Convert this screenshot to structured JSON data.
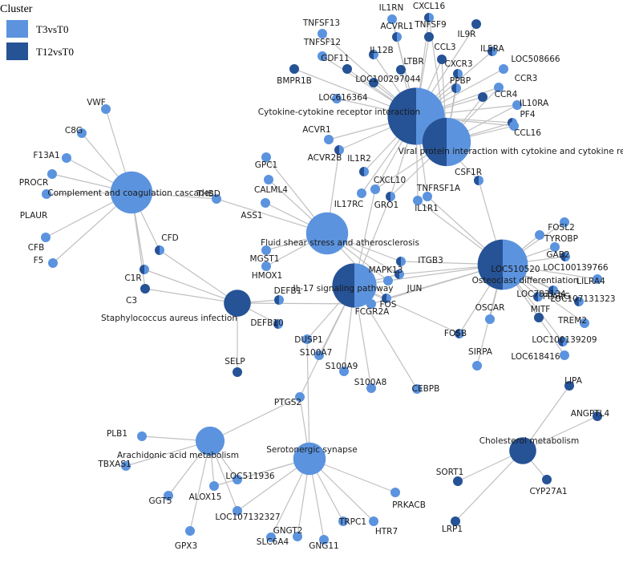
{
  "legend": {
    "title": "Cluster",
    "entries": [
      {
        "label": "T3vsT0",
        "color": "#5b93de"
      },
      {
        "label": "T12vsT0",
        "color": "#265296"
      }
    ]
  },
  "colors": {
    "T3": "#5b93de",
    "T12": "#265296",
    "edge": "#c0c0c0",
    "text": "#1a1a1a"
  },
  "terms": [
    {
      "id": "ckr",
      "label": "Cytokine-cytokine receptor interaction",
      "kind": "both",
      "size": 30
    },
    {
      "id": "vpi",
      "label": "Viral protein interaction with cytokine and cytokine receptor",
      "kind": "both",
      "size": 20
    },
    {
      "id": "ccc",
      "label": "Complement and coagulation cascades",
      "kind": "T3",
      "size": 14
    },
    {
      "id": "fss",
      "label": "Fluid shear stress and atherosclerosis",
      "kind": "T3",
      "size": 14
    },
    {
      "id": "ocd",
      "label": "Osteoclast differentiation",
      "kind": "both",
      "size": 22
    },
    {
      "id": "il17",
      "label": "IL-17 signaling pathway",
      "kind": "both",
      "size": 16
    },
    {
      "id": "sai",
      "label": "Staphylococcus aureus infection",
      "kind": "T12",
      "size": 4
    },
    {
      "id": "aam",
      "label": "Arachidonic acid metabolism",
      "kind": "T3",
      "size": 5
    },
    {
      "id": "ssy",
      "label": "Serotonergic synapse",
      "kind": "T3",
      "size": 7
    },
    {
      "id": "chm",
      "label": "Cholesterol metabolism",
      "kind": "T12",
      "size": 4
    }
  ],
  "genes": [
    {
      "id": "IL1RN",
      "label": "IL1RN",
      "kind": "T3",
      "links": [
        "ckr"
      ]
    },
    {
      "id": "CXCL16",
      "label": "CXCL16",
      "kind": "both",
      "links": [
        "ckr",
        "vpi"
      ]
    },
    {
      "id": "TNFSF13",
      "label": "TNFSF13",
      "kind": "T3",
      "links": [
        "ckr"
      ]
    },
    {
      "id": "ACVRL1",
      "label": "ACVRL1",
      "kind": "both",
      "links": [
        "ckr"
      ]
    },
    {
      "id": "TNFSF9",
      "label": "TNFSF9",
      "kind": "T12",
      "links": [
        "ckr"
      ]
    },
    {
      "id": "IL9R",
      "label": "IL9R",
      "kind": "T12",
      "links": [
        "ckr"
      ]
    },
    {
      "id": "TNFSF12",
      "label": "TNFSF12",
      "kind": "T3",
      "links": [
        "ckr"
      ]
    },
    {
      "id": "IL12B",
      "label": "IL12B",
      "kind": "both",
      "links": [
        "ckr"
      ]
    },
    {
      "id": "CCL3",
      "label": "CCL3",
      "kind": "T12",
      "links": [
        "ckr",
        "vpi"
      ]
    },
    {
      "id": "IL5RA",
      "label": "IL5RA",
      "kind": "both",
      "links": [
        "ckr"
      ]
    },
    {
      "id": "GDF11",
      "label": "GDF11",
      "kind": "T12",
      "links": [
        "ckr"
      ]
    },
    {
      "id": "LTBR",
      "label": "LTBR",
      "kind": "T12",
      "links": [
        "ckr"
      ]
    },
    {
      "id": "CXCR3",
      "label": "CXCR3",
      "kind": "both",
      "links": [
        "ckr",
        "vpi"
      ]
    },
    {
      "id": "LOC508666",
      "label": "LOC508666",
      "kind": "T3",
      "links": [
        "ckr"
      ]
    },
    {
      "id": "BMPR1B",
      "label": "BMPR1B",
      "kind": "T12",
      "links": [
        "ckr"
      ]
    },
    {
      "id": "LOC100297044",
      "label": "LOC100297044",
      "kind": "T12",
      "links": [
        "ckr"
      ]
    },
    {
      "id": "PPBP",
      "label": "PPBP",
      "kind": "both",
      "links": [
        "ckr",
        "vpi"
      ]
    },
    {
      "id": "CCR3",
      "label": "CCR3",
      "kind": "T3",
      "links": [
        "ckr",
        "vpi"
      ]
    },
    {
      "id": "LOC616364",
      "label": "LOC616364",
      "kind": "T3",
      "links": [
        "ckr"
      ]
    },
    {
      "id": "CCR4",
      "label": "CCR4",
      "kind": "T12",
      "links": [
        "ckr",
        "vpi"
      ]
    },
    {
      "id": "PF4",
      "label": "PF4",
      "kind": "both",
      "links": [
        "ckr",
        "vpi"
      ]
    },
    {
      "id": "IL10RA",
      "label": "IL10RA",
      "kind": "T3",
      "links": [
        "ckr",
        "vpi"
      ]
    },
    {
      "id": "CCL16",
      "label": "CCL16",
      "kind": "T3",
      "links": [
        "ckr",
        "vpi"
      ]
    },
    {
      "id": "ACVR1",
      "label": "ACVR1",
      "kind": "T3",
      "links": [
        "ckr"
      ]
    },
    {
      "id": "ACVR2B",
      "label": "ACVR2B",
      "kind": "both",
      "links": [
        "ckr",
        "fss"
      ]
    },
    {
      "id": "IL1R2",
      "label": "IL1R2",
      "kind": "both",
      "links": [
        "ckr"
      ]
    },
    {
      "id": "CSF1R",
      "label": "CSF1R",
      "kind": "both",
      "links": [
        "ckr",
        "ocd"
      ]
    },
    {
      "id": "CXCL10",
      "label": "CXCL10",
      "kind": "T3",
      "links": [
        "ckr",
        "vpi",
        "il17"
      ]
    },
    {
      "id": "TNFRSF1A",
      "label": "TNFRSF1A",
      "kind": "T3",
      "links": [
        "ckr",
        "ocd"
      ]
    },
    {
      "id": "IL17RC",
      "label": "IL17RC",
      "kind": "T3",
      "links": [
        "ckr"
      ]
    },
    {
      "id": "GRO1",
      "label": "GRO1",
      "kind": "both",
      "links": [
        "ckr",
        "vpi",
        "il17"
      ]
    },
    {
      "id": "IL1R1",
      "label": "IL1R1",
      "kind": "T3",
      "links": [
        "ckr",
        "ocd"
      ]
    },
    {
      "id": "VWF",
      "label": "VWF",
      "kind": "T3",
      "links": [
        "ccc"
      ]
    },
    {
      "id": "C8G",
      "label": "C8G",
      "kind": "T3",
      "links": [
        "ccc"
      ]
    },
    {
      "id": "F13A1",
      "label": "F13A1",
      "kind": "T3",
      "links": [
        "ccc"
      ]
    },
    {
      "id": "PROCR",
      "label": "PROCR",
      "kind": "T3",
      "links": [
        "ccc"
      ]
    },
    {
      "id": "PLAUR",
      "label": "PLAUR",
      "kind": "T3",
      "links": [
        "ccc"
      ]
    },
    {
      "id": "CFB",
      "label": "CFB",
      "kind": "T3",
      "links": [
        "ccc"
      ]
    },
    {
      "id": "F5",
      "label": "F5",
      "kind": "T3",
      "links": [
        "ccc"
      ]
    },
    {
      "id": "THBD",
      "label": "THBD",
      "kind": "T3",
      "links": [
        "ccc",
        "fss"
      ]
    },
    {
      "id": "CFD",
      "label": "CFD",
      "kind": "both",
      "links": [
        "ccc",
        "sai"
      ]
    },
    {
      "id": "C1R",
      "label": "C1R",
      "kind": "both",
      "links": [
        "ccc",
        "sai"
      ]
    },
    {
      "id": "C3",
      "label": "C3",
      "kind": "T12",
      "links": [
        "ccc",
        "sai"
      ]
    },
    {
      "id": "GPC1",
      "label": "GPC1",
      "kind": "T3",
      "links": [
        "fss"
      ]
    },
    {
      "id": "CALML4",
      "label": "CALML4",
      "kind": "T3",
      "links": [
        "fss"
      ]
    },
    {
      "id": "ASS1",
      "label": "ASS1",
      "kind": "T3",
      "links": [
        "fss"
      ]
    },
    {
      "id": "MGST1",
      "label": "MGST1",
      "kind": "T3",
      "links": [
        "fss"
      ]
    },
    {
      "id": "HMOX1",
      "label": "HMOX1",
      "kind": "T3",
      "links": [
        "fss"
      ]
    },
    {
      "id": "MAPK13",
      "label": "MAPK13",
      "kind": "T3",
      "links": [
        "fss",
        "il17",
        "ocd"
      ]
    },
    {
      "id": "ITGB3",
      "label": "ITGB3",
      "kind": "both",
      "links": [
        "fss",
        "ocd"
      ]
    },
    {
      "id": "JUN",
      "label": "JUN",
      "kind": "both",
      "links": [
        "fss",
        "il17",
        "ocd"
      ]
    },
    {
      "id": "FOS",
      "label": "FOS",
      "kind": "both",
      "links": [
        "fss",
        "il17",
        "ocd"
      ]
    },
    {
      "id": "FCGR2A",
      "label": "FCGR2A",
      "kind": "T3",
      "links": [
        "ocd",
        "sai"
      ]
    },
    {
      "id": "DEFB1",
      "label": "DEFB1",
      "kind": "both",
      "links": [
        "sai"
      ]
    },
    {
      "id": "DEFB10",
      "label": "DEFB10",
      "kind": "both",
      "links": [
        "sai"
      ]
    },
    {
      "id": "SELP",
      "label": "SELP",
      "kind": "T12",
      "links": [
        "sai"
      ]
    },
    {
      "id": "DUSP1",
      "label": "DUSP1",
      "kind": "T3",
      "links": [
        "il17",
        "ssy"
      ]
    },
    {
      "id": "S100A7",
      "label": "S100A7",
      "kind": "T3",
      "links": [
        "il17"
      ]
    },
    {
      "id": "S100A9",
      "label": "S100A9",
      "kind": "T3",
      "links": [
        "il17"
      ]
    },
    {
      "id": "S100A8",
      "label": "S100A8",
      "kind": "T3",
      "links": [
        "il17"
      ]
    },
    {
      "id": "CEBPB",
      "label": "CEBPB",
      "kind": "T3",
      "links": [
        "il17"
      ]
    },
    {
      "id": "FOSB",
      "label": "FOSB",
      "kind": "both",
      "links": [
        "il17",
        "ocd"
      ]
    },
    {
      "id": "FOSL2",
      "label": "FOSL2",
      "kind": "T3",
      "links": [
        "ocd"
      ]
    },
    {
      "id": "TYROBP",
      "label": "TYROBP",
      "kind": "T3",
      "links": [
        "ocd"
      ]
    },
    {
      "id": "GAB2",
      "label": "GAB2",
      "kind": "T3",
      "links": [
        "ocd"
      ]
    },
    {
      "id": "LOC100139766",
      "label": "LOC100139766",
      "kind": "both",
      "links": [
        "ocd"
      ]
    },
    {
      "id": "LOC510520",
      "label": "LOC510520",
      "kind": "T3",
      "links": [
        "ocd"
      ]
    },
    {
      "id": "PPARG",
      "label": "PPARG",
      "kind": "both",
      "links": [
        "ocd"
      ]
    },
    {
      "id": "LILRA4",
      "label": "LILRA4",
      "kind": "T3",
      "links": [
        "ocd"
      ]
    },
    {
      "id": "LOC783134",
      "label": "LOC783134",
      "kind": "both",
      "links": [
        "ocd"
      ]
    },
    {
      "id": "LOC107131323",
      "label": "LOC107131323",
      "kind": "both",
      "links": [
        "ocd"
      ]
    },
    {
      "id": "MITF",
      "label": "MITF",
      "kind": "T12",
      "links": [
        "ocd"
      ]
    },
    {
      "id": "TREM2",
      "label": "TREM2",
      "kind": "T3",
      "links": [
        "ocd"
      ]
    },
    {
      "id": "OSCAR",
      "label": "OSCAR",
      "kind": "T3",
      "links": [
        "ocd"
      ]
    },
    {
      "id": "LOC100139209",
      "label": "LOC100139209",
      "kind": "both",
      "links": [
        "ocd"
      ]
    },
    {
      "id": "LOC618416",
      "label": "LOC618416",
      "kind": "T3",
      "links": [
        "ocd"
      ]
    },
    {
      "id": "SIRPA",
      "label": "SIRPA",
      "kind": "T3",
      "links": [
        "ocd"
      ]
    },
    {
      "id": "PTGS2",
      "label": "PTGS2",
      "kind": "T3",
      "links": [
        "il17",
        "aam",
        "ssy"
      ]
    },
    {
      "id": "PLB1",
      "label": "PLB1",
      "kind": "T3",
      "links": [
        "aam"
      ]
    },
    {
      "id": "TBXAS1",
      "label": "TBXAS1",
      "kind": "T3",
      "links": [
        "aam"
      ]
    },
    {
      "id": "GGT5",
      "label": "GGT5",
      "kind": "T3",
      "links": [
        "aam"
      ]
    },
    {
      "id": "GPX3",
      "label": "GPX3",
      "kind": "T3",
      "links": [
        "aam"
      ]
    },
    {
      "id": "ALOX15",
      "label": "ALOX15",
      "kind": "T3",
      "links": [
        "aam",
        "ssy"
      ]
    },
    {
      "id": "LOC511936",
      "label": "LOC511936",
      "kind": "T3",
      "links": [
        "aam",
        "ssy"
      ]
    },
    {
      "id": "LOC107132327",
      "label": "LOC107132327",
      "kind": "T3",
      "links": [
        "aam",
        "ssy"
      ]
    },
    {
      "id": "SLC6A4",
      "label": "SLC6A4",
      "kind": "T3",
      "links": [
        "ssy"
      ]
    },
    {
      "id": "GNGT2",
      "label": "GNGT2",
      "kind": "T3",
      "links": [
        "ssy"
      ]
    },
    {
      "id": "GNG11",
      "label": "GNG11",
      "kind": "T3",
      "links": [
        "ssy"
      ]
    },
    {
      "id": "TRPC1",
      "label": "TRPC1",
      "kind": "T3",
      "links": [
        "ssy"
      ]
    },
    {
      "id": "HTR7",
      "label": "HTR7",
      "kind": "T3",
      "links": [
        "ssy"
      ]
    },
    {
      "id": "PRKACB",
      "label": "PRKACB",
      "kind": "T3",
      "links": [
        "ssy"
      ]
    },
    {
      "id": "LIPA",
      "label": "LIPA",
      "kind": "T12",
      "links": [
        "chm"
      ]
    },
    {
      "id": "ANGPTL4",
      "label": "ANGPTL4",
      "kind": "T12",
      "links": [
        "chm"
      ]
    },
    {
      "id": "SORT1",
      "label": "SORT1",
      "kind": "T12",
      "links": [
        "chm"
      ]
    },
    {
      "id": "CYP27A1",
      "label": "CYP27A1",
      "kind": "T12",
      "links": [
        "chm"
      ]
    },
    {
      "id": "LRP1",
      "label": "LRP1",
      "kind": "T12",
      "links": [
        "chm"
      ]
    }
  ]
}
